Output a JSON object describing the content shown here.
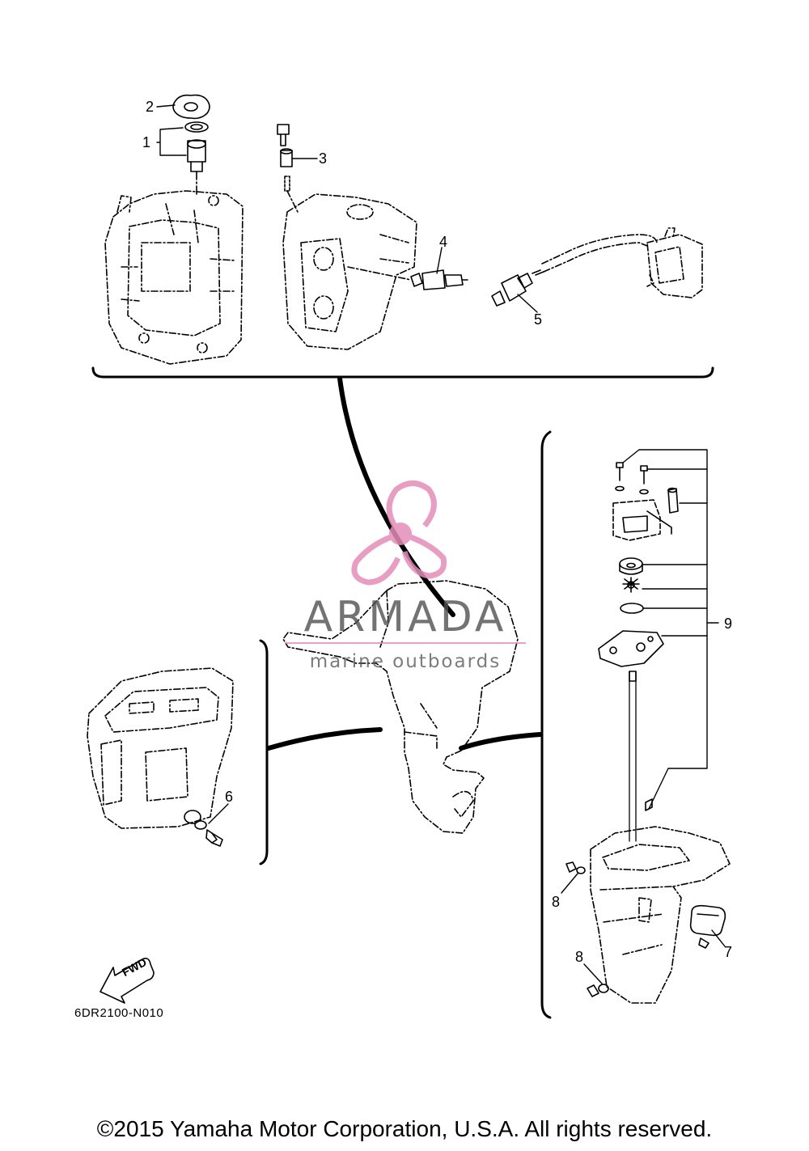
{
  "diagram": {
    "callouts": [
      "1",
      "2",
      "3",
      "4",
      "5",
      "6",
      "7",
      "8",
      "8",
      "9"
    ],
    "part_code": "6DR2100-N010",
    "fwd_label": "FWD",
    "copyright": "©2015 Yamaha Motor Corporation, U.S.A. All rights reserved."
  },
  "watermark": {
    "brand": "ARMADA",
    "tagline": "marine outboards",
    "accent_color": "#e48cb8"
  },
  "icons": {
    "watermark_logo": "propeller-logo-icon",
    "direction": "fwd-arrow-icon"
  }
}
